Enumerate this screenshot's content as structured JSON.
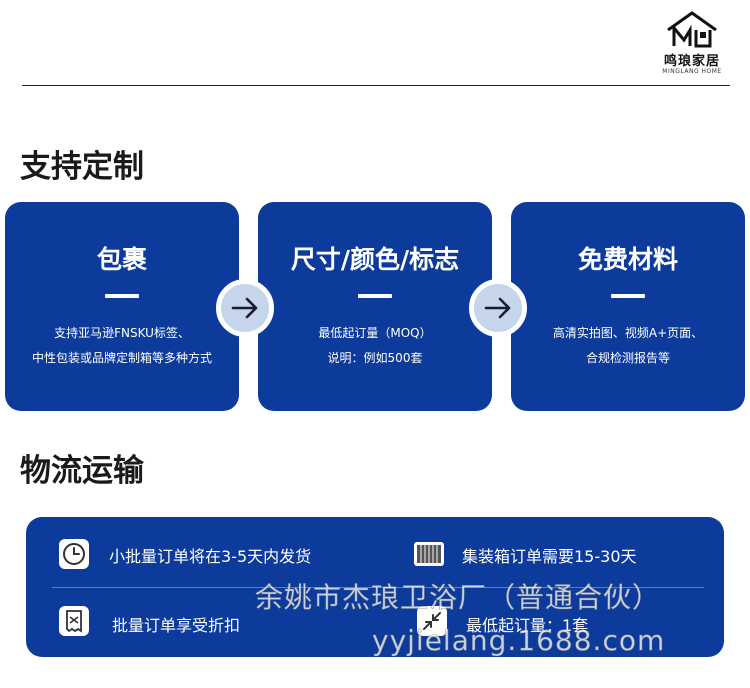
{
  "brand": {
    "name_cn": "鸣琅家居",
    "name_en": "MINGLANG HOME",
    "icon": "house-logo-icon"
  },
  "sections": {
    "customization_title": "支持定制",
    "logistics_title": "物流运输"
  },
  "cards": [
    {
      "title": "包裹",
      "lines": [
        "支持亚马逊FNSKU标签、",
        "中性包装或品牌定制箱等多种方式"
      ]
    },
    {
      "title": "尺寸/颜色/标志",
      "lines": [
        "最低起订量（MOQ）",
        "说明：例如500套"
      ]
    },
    {
      "title": "免费材料",
      "lines": [
        "高清实拍图、视频A+页面、",
        "合规检测报告等"
      ]
    }
  ],
  "arrows": [
    {
      "icon": "arrow-right-icon"
    },
    {
      "icon": "arrow-right-icon"
    }
  ],
  "logistics": [
    {
      "icon": "clock-icon",
      "text": "小批量订单将在3-5天内发货"
    },
    {
      "icon": "container-icon",
      "text": "集装箱订单需要15-30天"
    },
    {
      "icon": "receipt-icon",
      "text": "批量订单享受折扣"
    },
    {
      "icon": "compress-arrows-icon",
      "text": "最低起订量：1套"
    }
  ],
  "watermark": {
    "company": "余姚市杰琅卫浴厂（普通合伙）",
    "site": "yyjielang.1688.com"
  },
  "colors": {
    "primary_blue": "#0c3b9c",
    "arrow_circle": "#c5d5ec",
    "text_dark": "#1a1a1a"
  }
}
